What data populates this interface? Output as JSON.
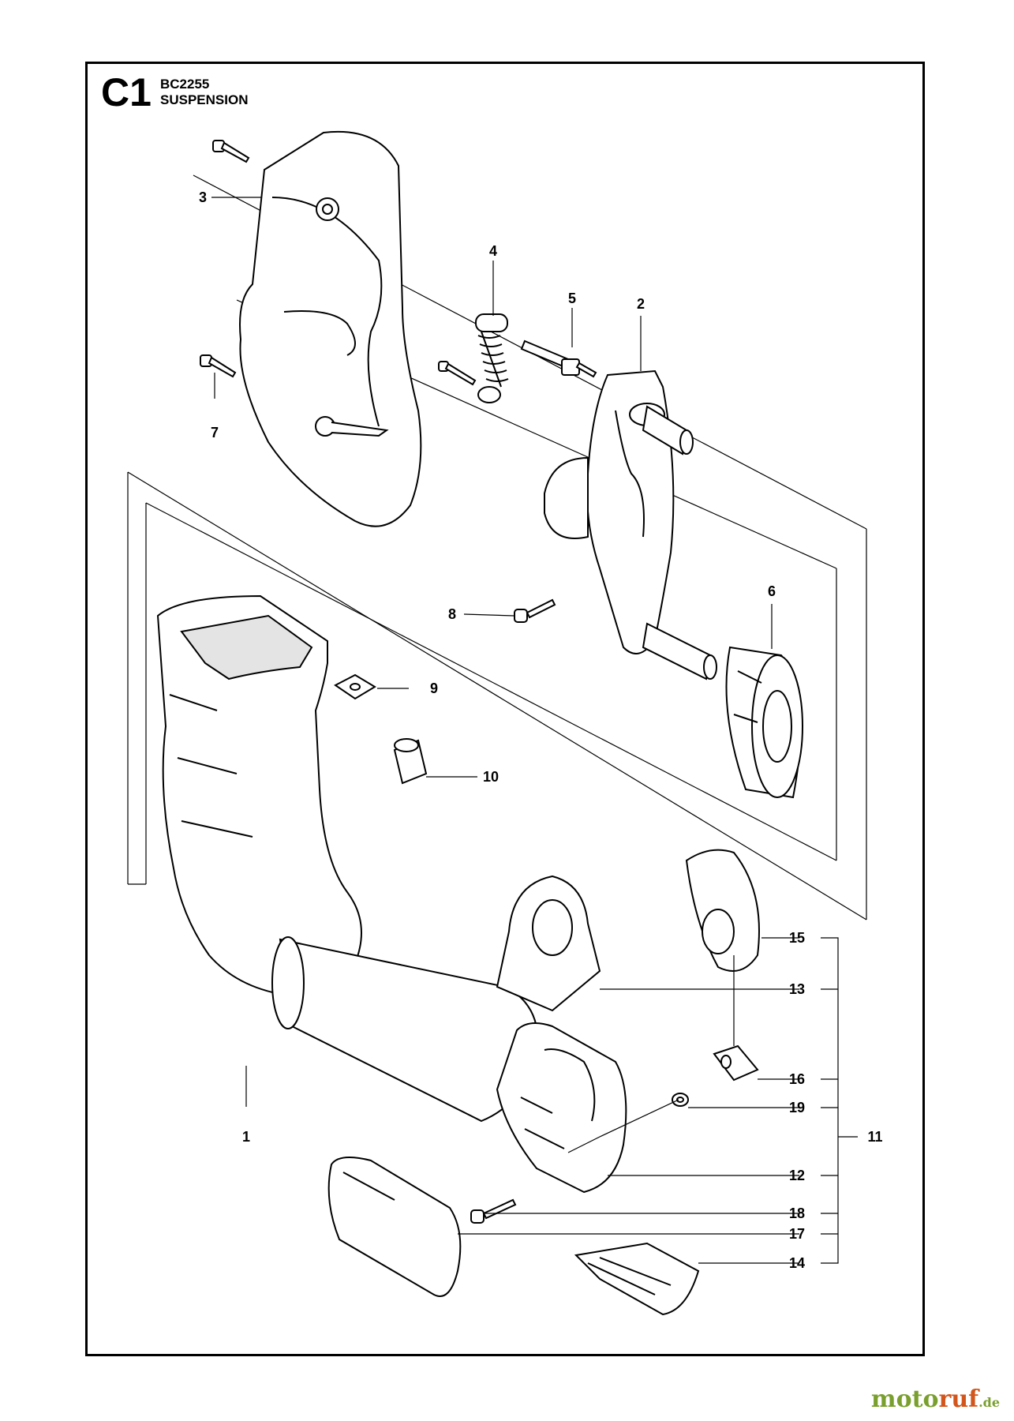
{
  "header": {
    "sheet_code": "C1",
    "model": "BC2255",
    "section": "SUSPENSION"
  },
  "callouts": [
    {
      "id": "1",
      "label": "1"
    },
    {
      "id": "2",
      "label": "2"
    },
    {
      "id": "3",
      "label": "3"
    },
    {
      "id": "4",
      "label": "4"
    },
    {
      "id": "5",
      "label": "5"
    },
    {
      "id": "6",
      "label": "6"
    },
    {
      "id": "7",
      "label": "7"
    },
    {
      "id": "8",
      "label": "8"
    },
    {
      "id": "9",
      "label": "9"
    },
    {
      "id": "10",
      "label": "10"
    },
    {
      "id": "11",
      "label": "11"
    },
    {
      "id": "12",
      "label": "12"
    },
    {
      "id": "13",
      "label": "13"
    },
    {
      "id": "14",
      "label": "14"
    },
    {
      "id": "15",
      "label": "15"
    },
    {
      "id": "16",
      "label": "16"
    },
    {
      "id": "17",
      "label": "17"
    },
    {
      "id": "18",
      "label": "18"
    },
    {
      "id": "19",
      "label": "19"
    }
  ],
  "watermark": {
    "brand_start": "moto",
    "brand_accent": "ruf",
    "tld": ".de"
  },
  "colors": {
    "line": "#000000",
    "part_shade": "#e4e4e4",
    "watermark_green": "#7a9f2e",
    "watermark_orange": "#d2551b"
  }
}
